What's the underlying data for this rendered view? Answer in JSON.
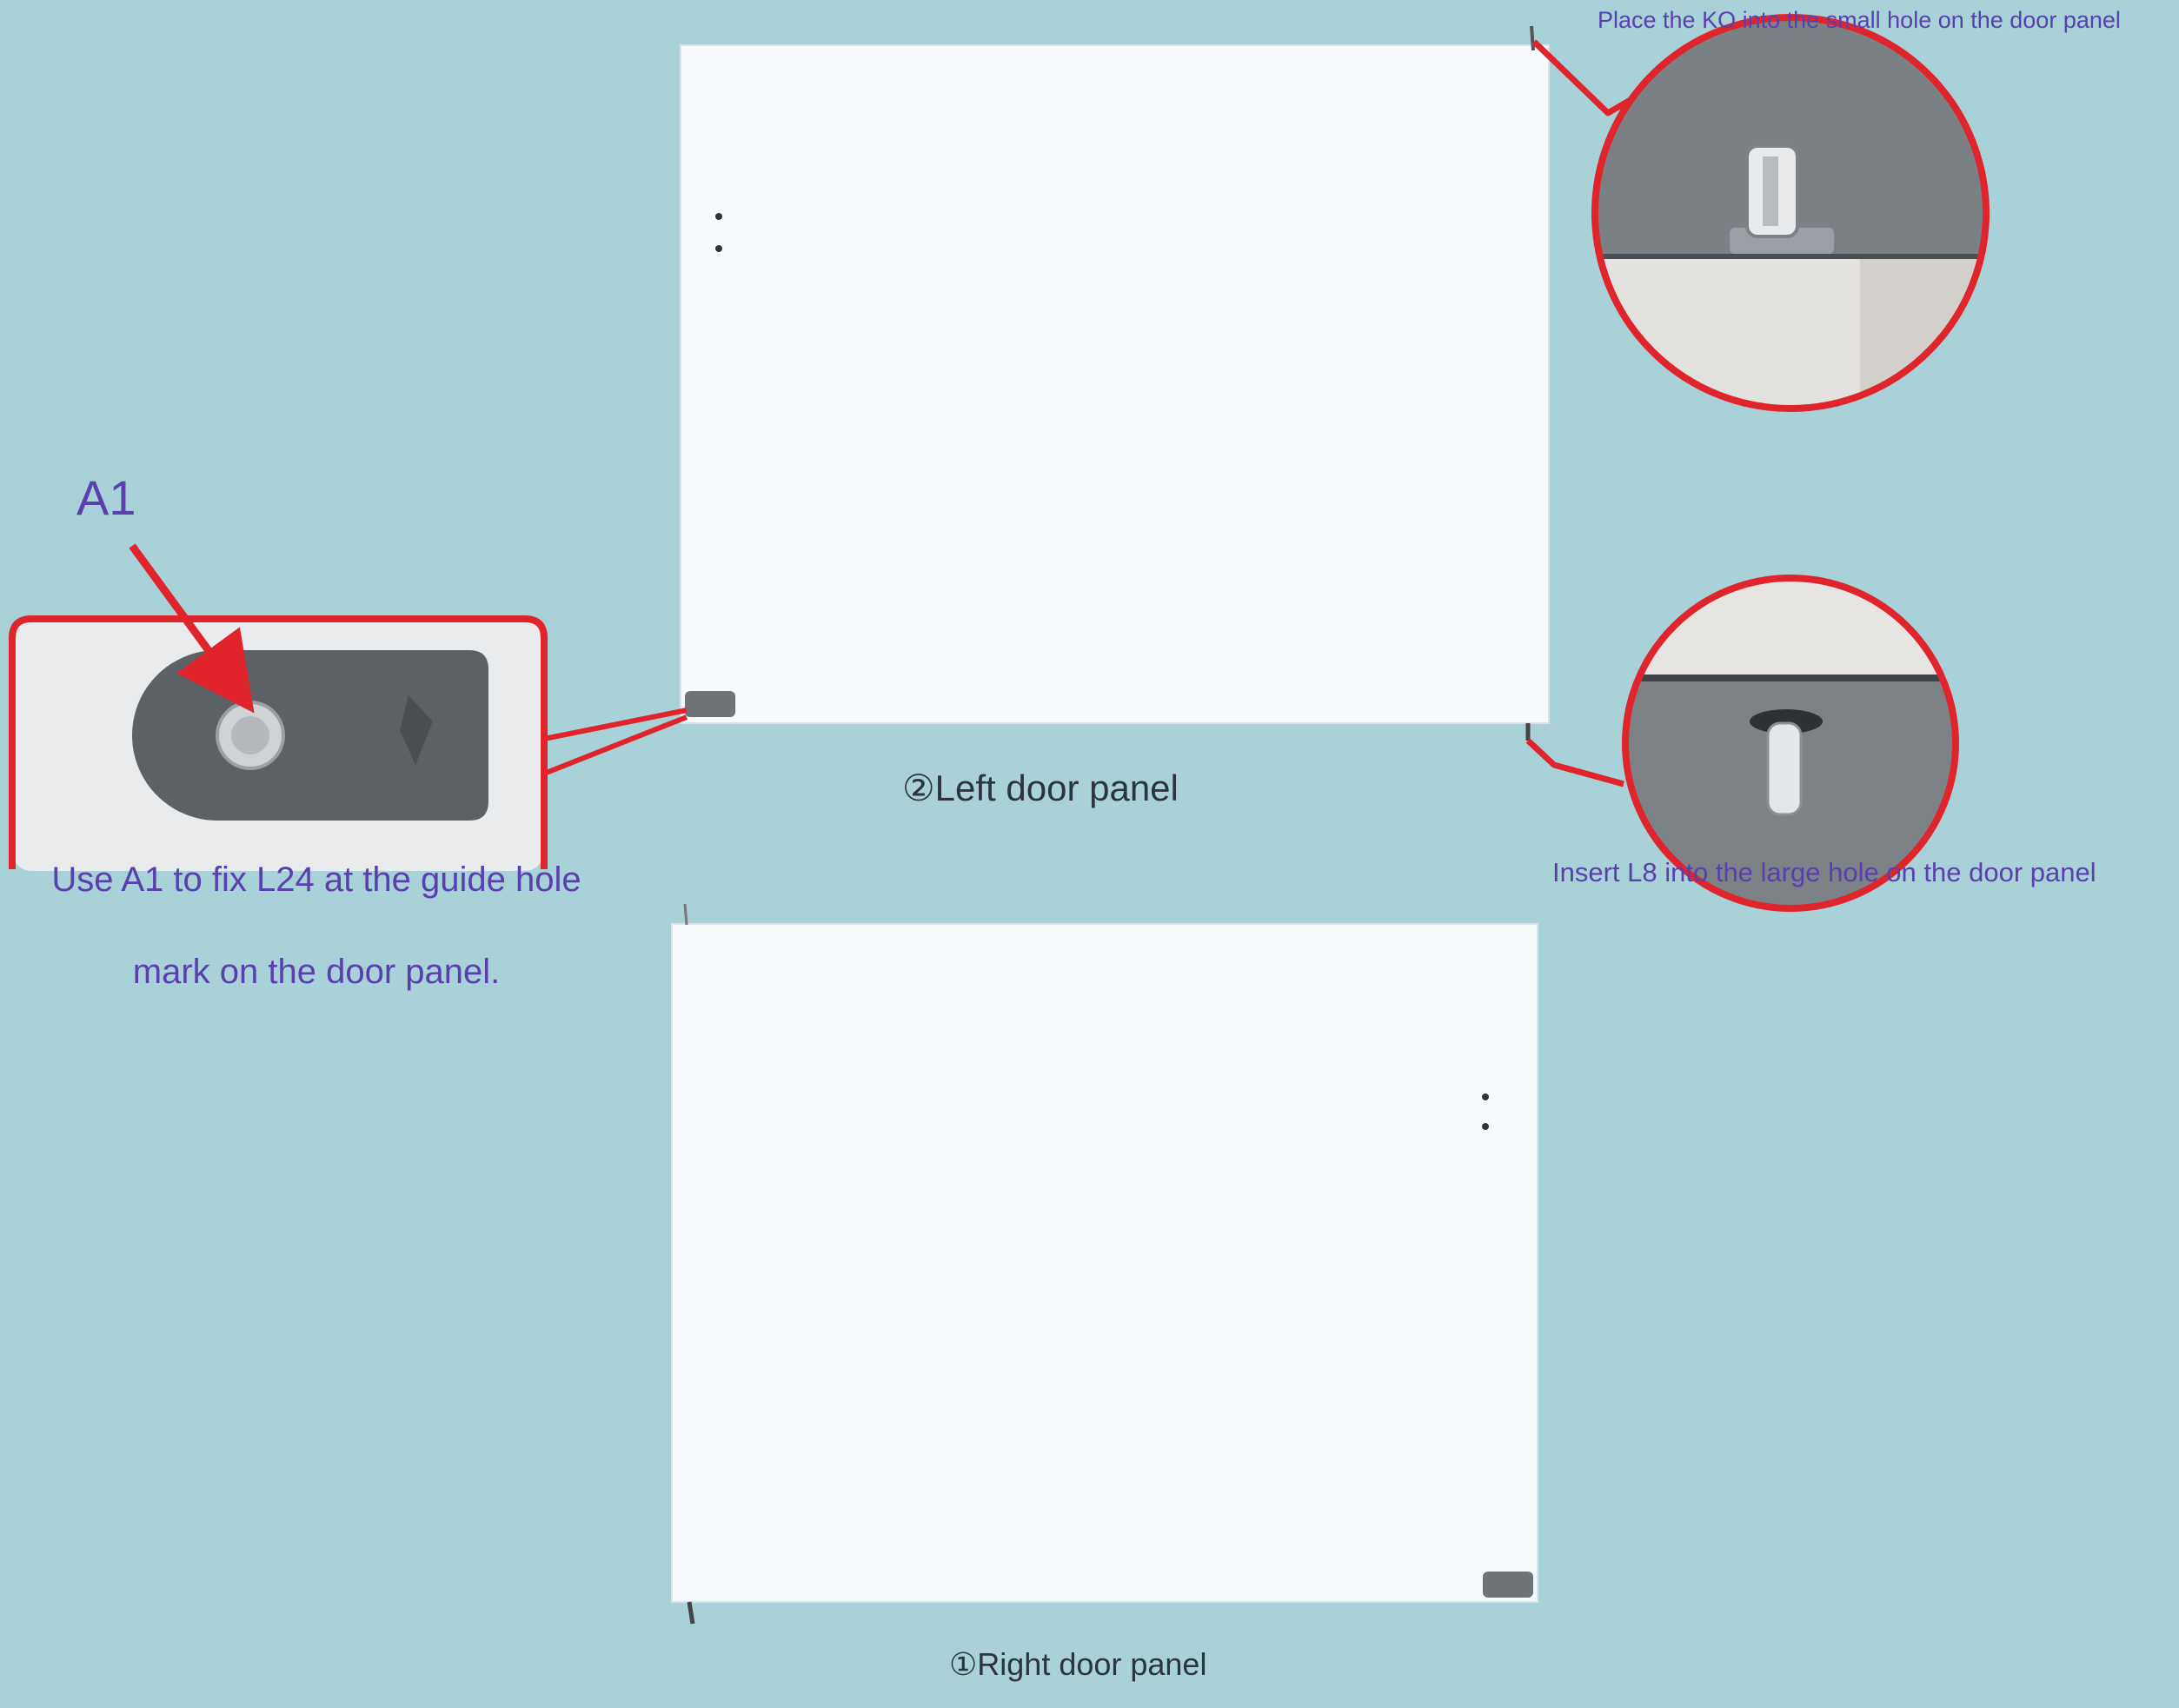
{
  "labels": {
    "part_a1": "A1",
    "left_panel": "②Left door panel",
    "right_panel": "①Right door panel",
    "ko_instruction": "Place the KO into the small hole on the door panel",
    "l8_instruction": "Insert L8 into the large hole on the door panel",
    "a1_instruction_line1": "Use A1 to fix L24 at the guide hole",
    "a1_instruction_line2": "mark on the door panel."
  },
  "colors": {
    "background": "#a8d1d8",
    "panel": "#f8fbfd",
    "callout": "#e0242c",
    "annotation_text": "#5a3fae",
    "caption_text": "#2c3440"
  }
}
